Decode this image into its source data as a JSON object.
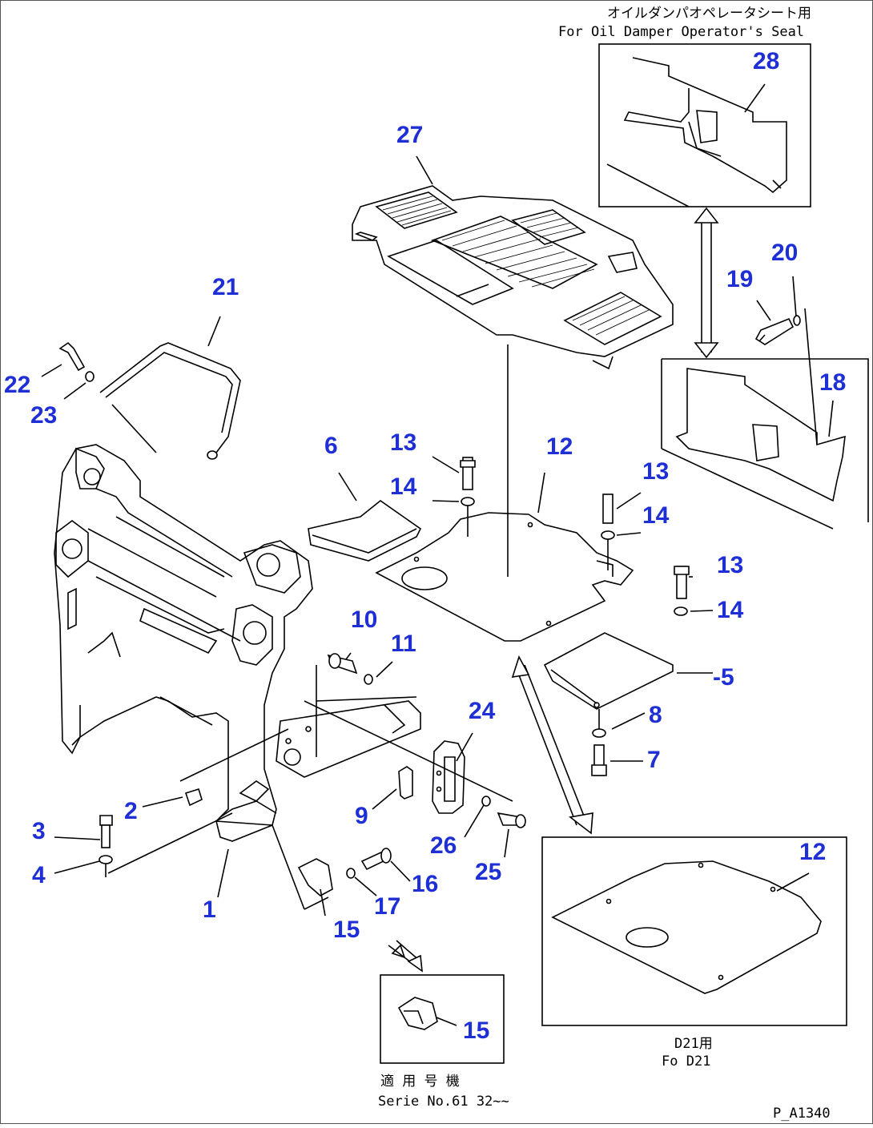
{
  "callouts": [
    {
      "id": "c1",
      "text": "1"
    },
    {
      "id": "c2",
      "text": "2"
    },
    {
      "id": "c3",
      "text": "3"
    },
    {
      "id": "c4",
      "text": "4"
    },
    {
      "id": "c5",
      "text": "-5"
    },
    {
      "id": "c6",
      "text": "6"
    },
    {
      "id": "c7",
      "text": "7"
    },
    {
      "id": "c8",
      "text": "8"
    },
    {
      "id": "c9",
      "text": "9"
    },
    {
      "id": "c10",
      "text": "10"
    },
    {
      "id": "c11",
      "text": "11"
    },
    {
      "id": "c12a",
      "text": "12"
    },
    {
      "id": "c12b",
      "text": "12"
    },
    {
      "id": "c13a",
      "text": "13"
    },
    {
      "id": "c13b",
      "text": "13"
    },
    {
      "id": "c13c",
      "text": "13"
    },
    {
      "id": "c14a",
      "text": "14"
    },
    {
      "id": "c14b",
      "text": "14"
    },
    {
      "id": "c14c",
      "text": "14"
    },
    {
      "id": "c15a",
      "text": "15"
    },
    {
      "id": "c15b",
      "text": "15"
    },
    {
      "id": "c16",
      "text": "16"
    },
    {
      "id": "c17",
      "text": "17"
    },
    {
      "id": "c18",
      "text": "18"
    },
    {
      "id": "c19",
      "text": "19"
    },
    {
      "id": "c20",
      "text": "20"
    },
    {
      "id": "c21",
      "text": "21"
    },
    {
      "id": "c22",
      "text": "22"
    },
    {
      "id": "c23",
      "text": "23"
    },
    {
      "id": "c24",
      "text": "24"
    },
    {
      "id": "c25",
      "text": "25"
    },
    {
      "id": "c26",
      "text": "26"
    },
    {
      "id": "c27",
      "text": "27"
    },
    {
      "id": "c28",
      "text": "28"
    }
  ],
  "notes": {
    "oil_damper_jp": "オイルダンパオペレータシート用",
    "oil_damper_en": "For Oil Damper Operator's Seal",
    "d21_jp": "D21用",
    "d21_en": "Fo  D21",
    "serial_jp": "適 用 号 機",
    "serial_en": "Serie  No.61 32~~",
    "figure_code": "P_A1340"
  }
}
